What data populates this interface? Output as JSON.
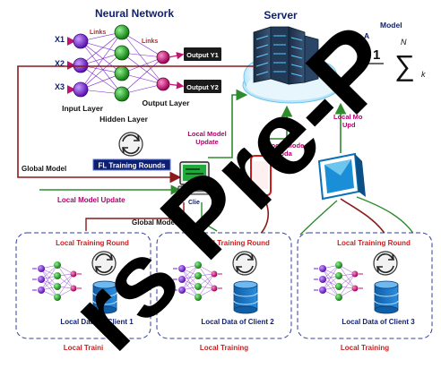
{
  "nn": {
    "title": "Neural Network",
    "inputs": [
      "X1",
      "X2",
      "X3"
    ],
    "links_label": "Links",
    "outputs": [
      "Output Y1",
      "Output Y2"
    ],
    "input_layer": "Input Layer",
    "hidden_layer": "Hidden Layer",
    "output_layer": "Output Layer"
  },
  "server": {
    "title": "Server",
    "aggregation_label_1": "Model",
    "aggregation_label_2": "A",
    "formula_one": "1",
    "formula_n": "N",
    "formula_k": "k"
  },
  "fl_rounds": "FL Training Rounds",
  "edges": {
    "global_model_left": "Global Model",
    "global_model_mid": "Global Model",
    "local_update_1": "Local Model Update",
    "local_update_1_line1": "Local Model",
    "local_update_1_line2": "Update",
    "local_update_2_line1": "Local Mode",
    "local_update_2_line2": "Upda",
    "local_update_3_line1": "Local Mo",
    "local_update_3_line2": "Upd",
    "client_label": "Clie"
  },
  "clients": [
    {
      "round": "Local Training Round",
      "data": "Local Data of Client 1",
      "footer": "Local Traini"
    },
    {
      "round": "Local Training Round",
      "data": "Local Data of Client 2",
      "footer": "Local Training"
    },
    {
      "round": "Local Training Round",
      "data": "Local Data of Client 3",
      "footer": "Local Training"
    }
  ],
  "watermark": "rs Pre-P",
  "colors": {
    "red_text": "#cc1f1f",
    "magenta_text": "#b0006e",
    "navy": "#0d1f6e",
    "green_line": "#2e8b2e",
    "dark_red_line": "#8b1a1a",
    "purple_node": "#7a1fd1",
    "green_node": "#1f9d1f",
    "magenta_node": "#c0146e"
  }
}
